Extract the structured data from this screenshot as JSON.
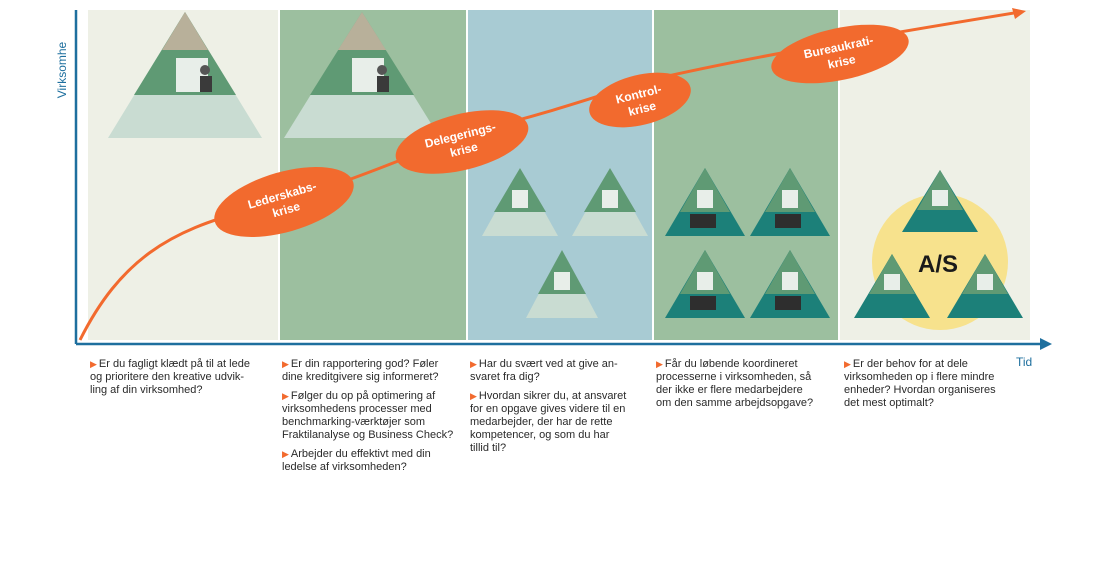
{
  "axes": {
    "y_label": "Virksomhe",
    "x_label": "Tid"
  },
  "colors": {
    "phase_backgrounds": [
      "#eef0e6",
      "#9cbf9f",
      "#a8cbd3",
      "#9cbf9f",
      "#eef0e6"
    ],
    "axis": "#1e6f9e",
    "crisis": "#f26a2e",
    "as_circle": "#f7e28d"
  },
  "crises": [
    {
      "line1": "Lederskabs-",
      "line2": "krise"
    },
    {
      "line1": "Delegerings-",
      "line2": "krise"
    },
    {
      "line1": "Kontrol-",
      "line2": "krise"
    },
    {
      "line1": "Bureaukrati-",
      "line2": "krise"
    }
  ],
  "as_label": "A/S",
  "pyramid_icon": "org-pyramid-icon",
  "columns": [
    {
      "bullets": [
        {
          "lines": [
            "Er du fagligt klædt på til at lede",
            "og prioritere den kreative udvik-",
            "ling af din virksomhed?"
          ]
        }
      ]
    },
    {
      "bullets": [
        {
          "lines": [
            "Er din rapportering god? Føler",
            "dine kreditgivere sig informeret?"
          ]
        },
        {
          "lines": [
            "Følger du op på optimering af",
            "virksomhedens processer med",
            "benchmarking-værktøjer som",
            "Fraktilanalyse og Business Check?"
          ]
        },
        {
          "lines": [
            "Arbejder du effektivt med din",
            "ledelse af virksomheden?"
          ]
        }
      ]
    },
    {
      "bullets": [
        {
          "lines": [
            "Har du svært ved at give an-",
            "svaret fra dig?"
          ]
        },
        {
          "lines": [
            "Hvordan sikrer du, at ansvaret",
            "for en opgave gives videre til en",
            "medarbejder, der har de rette",
            "kompetencer, og som du har",
            "tillid til?"
          ]
        }
      ]
    },
    {
      "bullets": [
        {
          "lines": [
            "Får du løbende koordineret",
            "processerne i virksomheden, så",
            "der ikke er flere medarbejdere",
            "om den samme arbejdsopgave?"
          ]
        }
      ]
    },
    {
      "bullets": [
        {
          "lines": [
            "Er der behov for at dele",
            "virksomheden op i flere mindre",
            "enheder? Hvordan organiseres",
            "det mest optimalt?"
          ]
        }
      ]
    }
  ]
}
